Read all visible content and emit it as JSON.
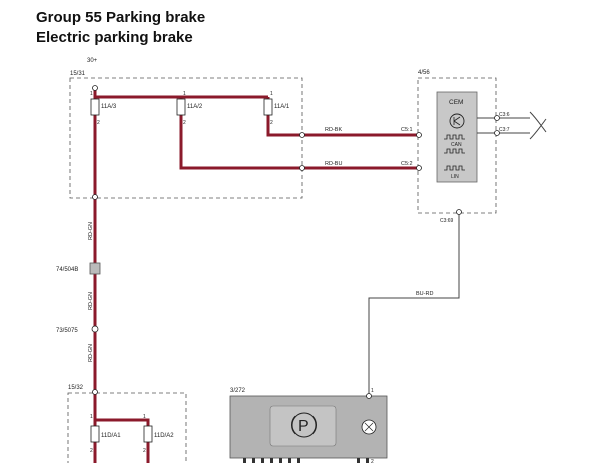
{
  "title": {
    "group": "Group 55 Parking brake",
    "system": "Electric parking brake"
  },
  "labels": {
    "supply_30": "30+",
    "fusebox_1516": "15/31",
    "fuse_a3": "11A/3",
    "fuse_a2": "11A/2",
    "fuse_a1": "11A/1",
    "wire_rd_bk": "RD-BK",
    "wire_rd_bu": "RD-BU",
    "wire_rd_gn_1": "RD-GN",
    "wire_rd_gn_2": "RD-GN",
    "wire_rd_gn_3": "RD-GN",
    "wire_bu_rd": "BU-RD",
    "cem_id": "4/56",
    "cem_label": "CEM",
    "can_label": "CAN",
    "lin_label": "LIN",
    "pin_c51": "C5:1",
    "pin_c52": "C5:2",
    "pin_c36": "C3:6",
    "pin_c37": "C3:7",
    "pin_c369": "C3:69",
    "connector_74": "74/504B",
    "connector_73": "73/5075",
    "fusebox_1532": "15/32",
    "fuse_d1": "11D/A1",
    "fuse_d2": "11D/A2",
    "switch_id": "3/272",
    "switch_symbol": "P",
    "pin_1": "1",
    "pin_2": "2"
  },
  "colors": {
    "power_wire": "#8b1a2b",
    "signal_wire": "#444444",
    "module_fill": "#c8c8c8",
    "switch_fill": "#b3b3b3"
  }
}
